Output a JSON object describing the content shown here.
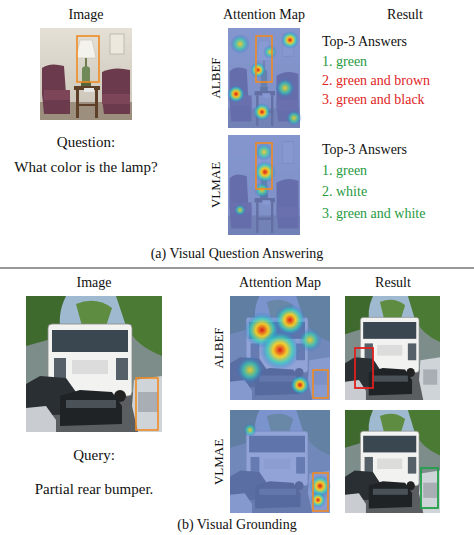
{
  "diagram": {
    "labels": [
      "Image",
      "Attention Map",
      "Result",
      "Question:",
      "What color is the lamp?",
      "ALBEF",
      "VLMAE",
      "Top-3 Answers",
      "1. green",
      "2. green and brown",
      "3. green and black",
      "Top-3 Answers",
      "1. green",
      "2. white",
      "3. green and white",
      "(a) Visual Question Answering",
      "Image",
      "Attention Map",
      "Result",
      "Query:",
      "Partial rear bumper.",
      "ALBEF",
      "VLMAE",
      "(b) Visual Grounding"
    ]
  }
}
